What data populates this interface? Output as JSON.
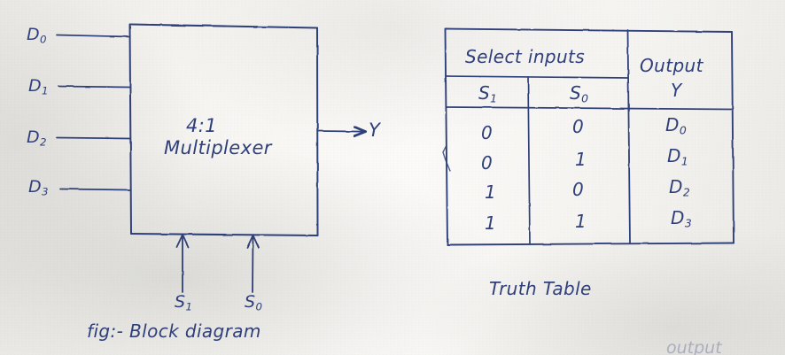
{
  "document": {
    "kind": "handwritten-notebook-page",
    "subject": "4:1 Multiplexer",
    "ink_color": "#2f3f7a",
    "paper_color": "#f2f1ee"
  },
  "block_diagram": {
    "box_label_line1": "4:1",
    "box_label_line2": "Multiplexer",
    "data_inputs": [
      {
        "label": "D",
        "subscript": "0"
      },
      {
        "label": "D",
        "subscript": "1"
      },
      {
        "label": "D",
        "subscript": "2"
      },
      {
        "label": "D",
        "subscript": "3"
      }
    ],
    "select_inputs": [
      {
        "label": "S",
        "subscript": "1"
      },
      {
        "label": "S",
        "subscript": "0"
      }
    ],
    "output": {
      "label": "Y",
      "subscript": ""
    },
    "caption": "fig:- Block diagram"
  },
  "truth_table": {
    "caption": "Truth Table",
    "group_headers": [
      {
        "text": "Select inputs",
        "span": 2
      },
      {
        "text": "Output",
        "span": 1
      }
    ],
    "column_headers": [
      {
        "label": "S",
        "subscript": "1"
      },
      {
        "label": "S",
        "subscript": "0"
      },
      {
        "label": "Y",
        "subscript": ""
      }
    ],
    "rows": [
      {
        "s1": "0",
        "s0": "0",
        "y_label": "D",
        "y_subscript": "0"
      },
      {
        "s1": "0",
        "s0": "1",
        "y_label": "D",
        "y_subscript": "1"
      },
      {
        "s1": "1",
        "s0": "0",
        "y_label": "D",
        "y_subscript": "2"
      },
      {
        "s1": "1",
        "s0": "1",
        "y_label": "D",
        "y_subscript": "3"
      }
    ]
  },
  "bleed_through": {
    "bottom_right_fragment": "output"
  }
}
